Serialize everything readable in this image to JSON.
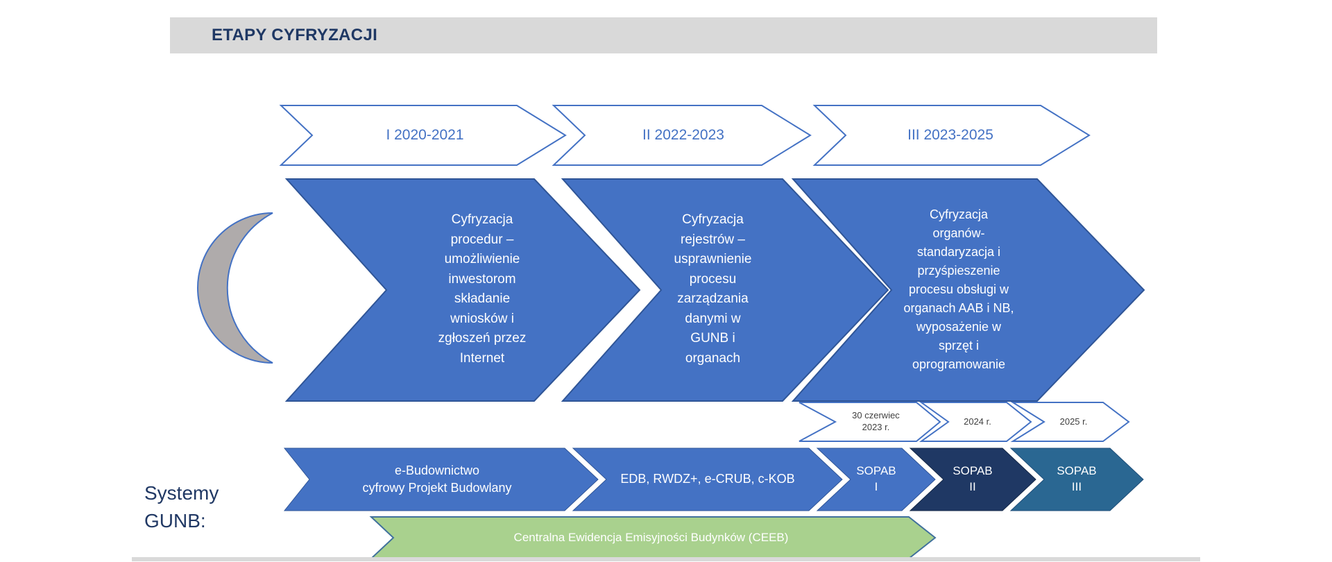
{
  "header": {
    "title": "ETAPY CYFRYZACJI"
  },
  "colors": {
    "header_bar": "#D9D9D9",
    "title_text": "#1F3864",
    "primary_blue": "#4472C4",
    "primary_blue_border": "#2F5597",
    "outline_chevron_border": "#4472C4",
    "stage_label_text": "#4472C4",
    "milestone_text": "#404040",
    "sopab2_navy": "#1F3864",
    "sopab3_steel": "#2A6792",
    "ceeb_green": "#A9D18E",
    "ceeb_border": "#41719C",
    "crescent_gray": "#AFABAB",
    "systems_label_text": "#203864"
  },
  "stages_row": [
    {
      "label": "I 2020-2021"
    },
    {
      "label": "II 2022-2023"
    },
    {
      "label": "III 2023-2025"
    }
  ],
  "stage_arrows": [
    {
      "lines": [
        "Cyfryzacja",
        "procedur –",
        "umożliwienie",
        "inwestorom",
        "składanie",
        "wniosków i",
        "zgłoszeń przez",
        "Internet"
      ]
    },
    {
      "lines": [
        "Cyfryzacja",
        "rejestrów –",
        "usprawnienie",
        "procesu",
        "zarządzania",
        "danymi w",
        "GUNB i",
        "organach"
      ]
    },
    {
      "lines": [
        "Cyfryzacja",
        "organów-",
        "standaryzacja i",
        "przyśpieszenie",
        "procesu obsługi w",
        "organach AAB i NB,",
        "wyposażenie w",
        "sprzęt i",
        "oprogramowanie"
      ]
    }
  ],
  "milestones": [
    {
      "lines": [
        "30 czerwiec",
        "2023 r."
      ]
    },
    {
      "lines": [
        "2024 r."
      ]
    },
    {
      "lines": [
        "2025 r."
      ]
    }
  ],
  "systems_label_lines": [
    "Systemy",
    "GUNB:"
  ],
  "systems": [
    {
      "lines": [
        "e-Budownictwo",
        "cyfrowy Projekt Budowlany"
      ]
    },
    {
      "lines": [
        "EDB, RWDZ+, e-CRUB, c-KOB"
      ]
    },
    {
      "lines": [
        "SOPAB",
        "I"
      ]
    },
    {
      "lines": [
        "SOPAB",
        "II"
      ]
    },
    {
      "lines": [
        "SOPAB",
        "III"
      ]
    }
  ],
  "ceeb": {
    "label": "Centralna Ewidencja Emisyjności Budynków (CEEB)"
  }
}
